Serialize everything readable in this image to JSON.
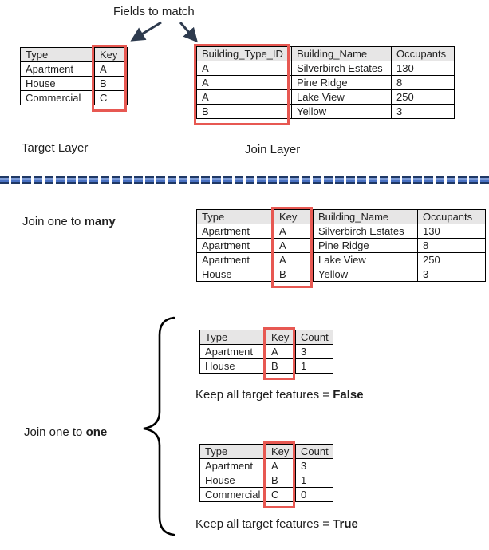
{
  "title": "Fields to match",
  "colors": {
    "highlight_red": "#e75852",
    "arrow_navy": "#2e3b4e",
    "table_header_gray": "#e7e6e6",
    "divider_blue": "#4a72c4",
    "divider_dark_blue": "#1f3864",
    "text": "#1f1f1f"
  },
  "labels": {
    "fields_to_match": "Fields to match",
    "target_layer": "Target Layer",
    "join_layer": "Join Layer",
    "join_many_prefix": "Join one to ",
    "join_many_bold": "many",
    "join_one_prefix": "Join one to ",
    "join_one_bold": "one",
    "keep_false_prefix": "Keep all target features = ",
    "keep_false_bold": "False",
    "keep_true_prefix": "Keep all target features = ",
    "keep_true_bold": "True"
  },
  "tables": {
    "target": {
      "headers": [
        "Type",
        "Key"
      ],
      "rows": [
        [
          "Apartment",
          "A"
        ],
        [
          "House",
          "B"
        ],
        [
          "Commercial",
          "C"
        ]
      ],
      "highlighted_column": "Key"
    },
    "join": {
      "headers": [
        "Building_Type_ID",
        "Building_Name",
        "Occupants"
      ],
      "rows": [
        [
          "A",
          "Silverbirch Estates",
          "130"
        ],
        [
          "A",
          "Pine Ridge",
          "8"
        ],
        [
          "A",
          "Lake View",
          "250"
        ],
        [
          "B",
          "Yellow",
          "3"
        ]
      ],
      "highlighted_column": "Building_Type_ID"
    },
    "one_to_many": {
      "headers": [
        "Type",
        "Key",
        "Building_Name",
        "Occupants"
      ],
      "rows": [
        [
          "Apartment",
          "A",
          "Silverbirch Estates",
          "130"
        ],
        [
          "Apartment",
          "A",
          "Pine Ridge",
          "8"
        ],
        [
          "Apartment",
          "A",
          "Lake View",
          "250"
        ],
        [
          "House",
          "B",
          "Yellow",
          "3"
        ]
      ],
      "highlighted_column": "Key"
    },
    "one_to_one_false": {
      "headers": [
        "Type",
        "Key",
        "Count"
      ],
      "rows": [
        [
          "Apartment",
          "A",
          "3"
        ],
        [
          "House",
          "B",
          "1"
        ]
      ],
      "highlighted_column": "Key"
    },
    "one_to_one_true": {
      "headers": [
        "Type",
        "Key",
        "Count"
      ],
      "rows": [
        [
          "Apartment",
          "A",
          "3"
        ],
        [
          "House",
          "B",
          "1"
        ],
        [
          "Commercial",
          "C",
          "0"
        ]
      ],
      "highlighted_column": "Key"
    }
  }
}
